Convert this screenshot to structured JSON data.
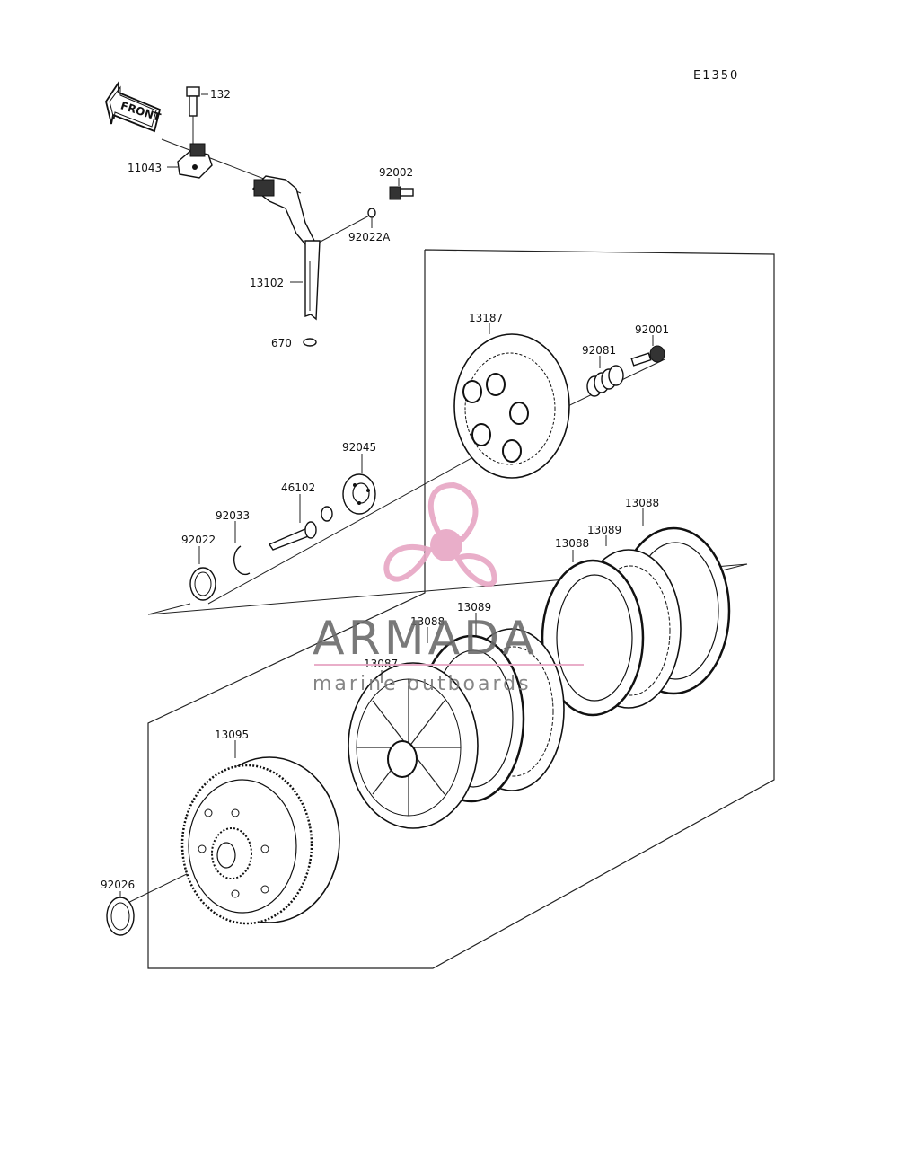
{
  "diagram": {
    "code": "E1350",
    "front_label": "FRONT",
    "labels": {
      "p132": "132",
      "p11043": "11043",
      "p92002": "92002",
      "p92022A": "92022A",
      "p13102": "13102",
      "p670": "670",
      "p13187": "13187",
      "p92081": "92081",
      "p92001": "92001",
      "p92045": "92045",
      "p46102": "46102",
      "p92033": "92033",
      "p92022": "92022",
      "p13088a": "13088",
      "p13089a": "13089",
      "p13088b": "13088",
      "p13089b": "13089",
      "p13088c": "13088",
      "p13087": "13087",
      "p13095": "13095",
      "p92026": "92026"
    }
  },
  "watermark": {
    "brand": "ARMADA",
    "tagline": "marine outboards",
    "color_pink": "#e7a6c4",
    "color_gray": "#6b6b6b"
  }
}
